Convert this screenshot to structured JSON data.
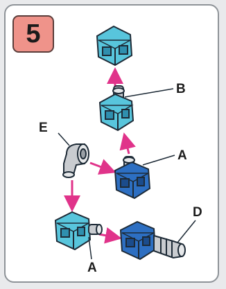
{
  "step_number": "5",
  "labels": {
    "a_top": "A",
    "a_bottom": "A",
    "b": "B",
    "d": "D",
    "e": "E"
  },
  "colors": {
    "badge": "#ef938a",
    "light_blue": "#58c5dc",
    "dark_blue": "#2d6fc2",
    "arrow": "#e0338a",
    "metal": "#c9ccd0"
  }
}
